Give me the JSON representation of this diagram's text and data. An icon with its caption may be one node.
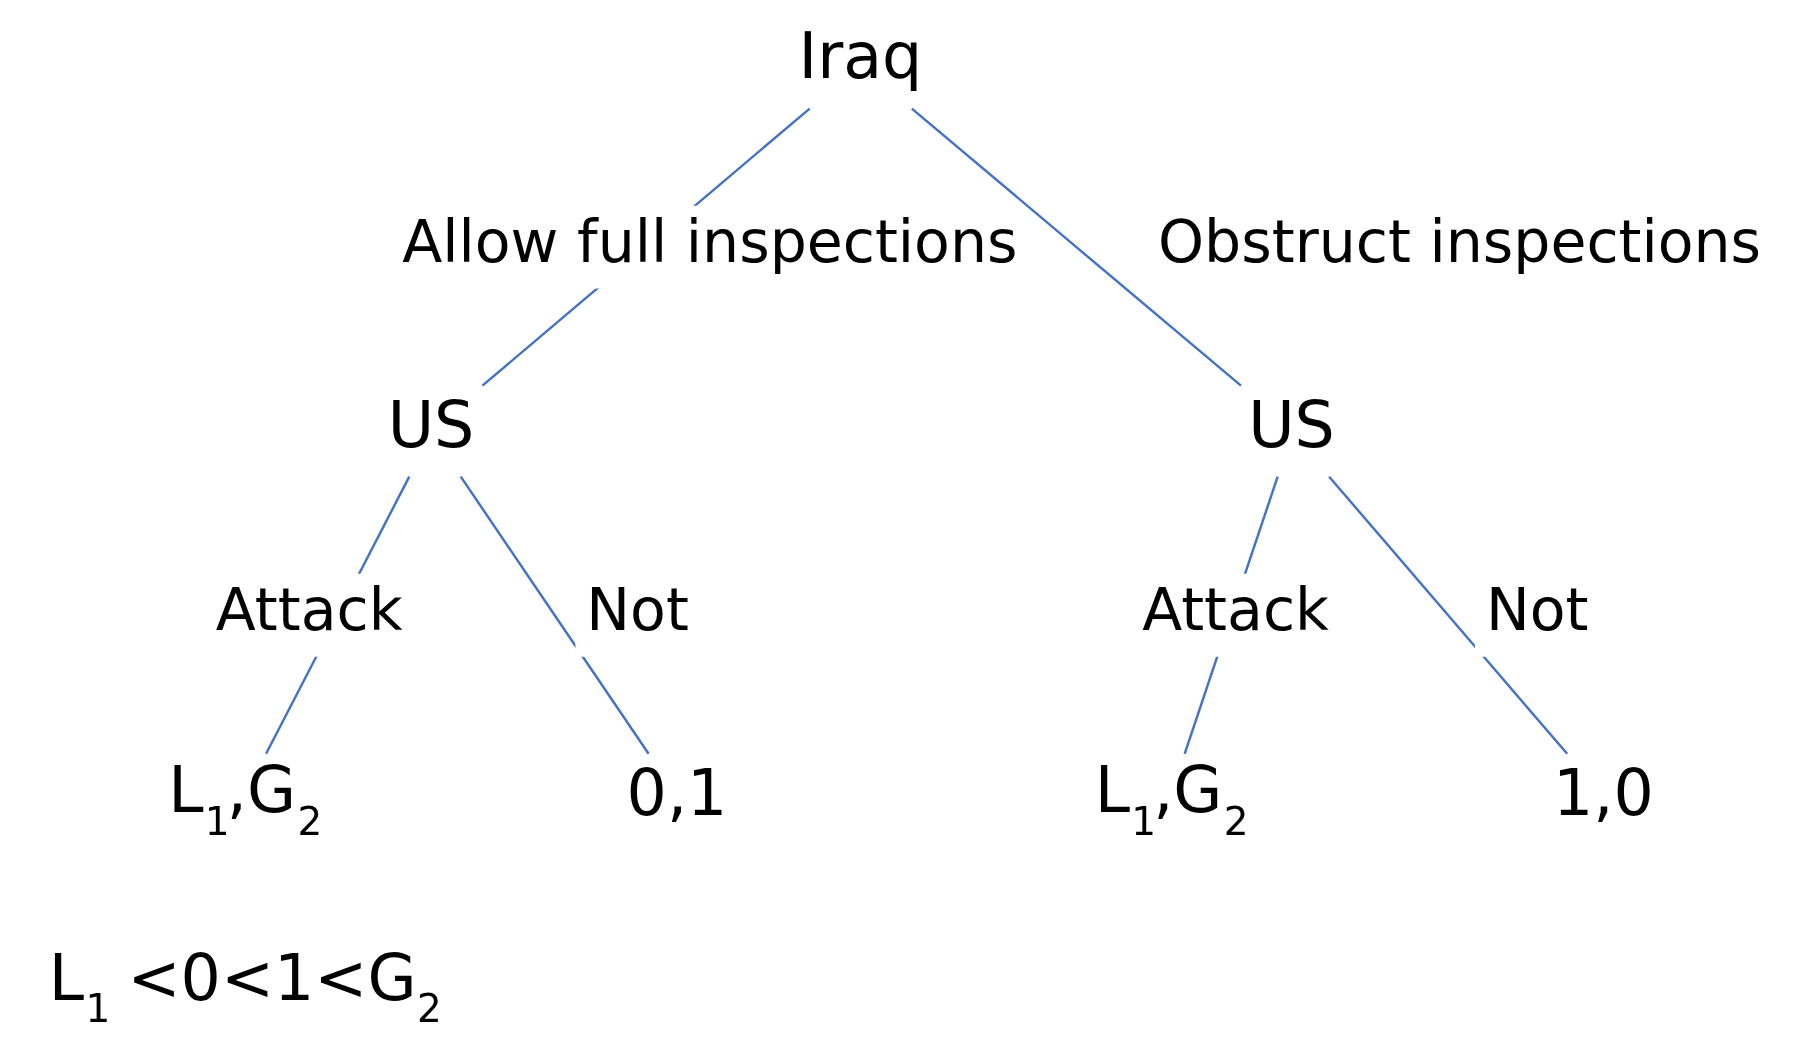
{
  "diagram": {
    "nodes": [
      {
        "text": [
          "Iraq"
        ]
      },
      {
        "text": [
          "US"
        ]
      },
      {
        "text": [
          "US"
        ]
      },
      {
        "text": [
          "L$_{1}$,G$_{2}$"
        ]
      },
      {
        "text": [
          "0,1"
        ]
      },
      {
        "text": [
          "L$_{1}$,G$_{2}$"
        ]
      },
      {
        "text": [
          "1,0"
        ]
      }
    ],
    "edges": [
      {
        "from": 0,
        "to": 1,
        "arrow": "none",
        "label": "Allow full inspections"
      },
      {
        "from": 0,
        "to": 2,
        "arrow": "none",
        "label": "Obstruct inspections"
      },
      {
        "from": 1,
        "to": 3,
        "arrow": "none",
        "label": "Attack"
      },
      {
        "from": 1,
        "to": 4,
        "arrow": "none",
        "label": "Not"
      },
      {
        "from": 2,
        "to": 5,
        "arrow": "none",
        "label": "Attack"
      },
      {
        "from": 2,
        "to": 6,
        "arrow": "none",
        "label": "Not"
      }
    ],
    "labels": [
      "L$_{1}$ <0<1<G$_{2}$"
    ]
  }
}
